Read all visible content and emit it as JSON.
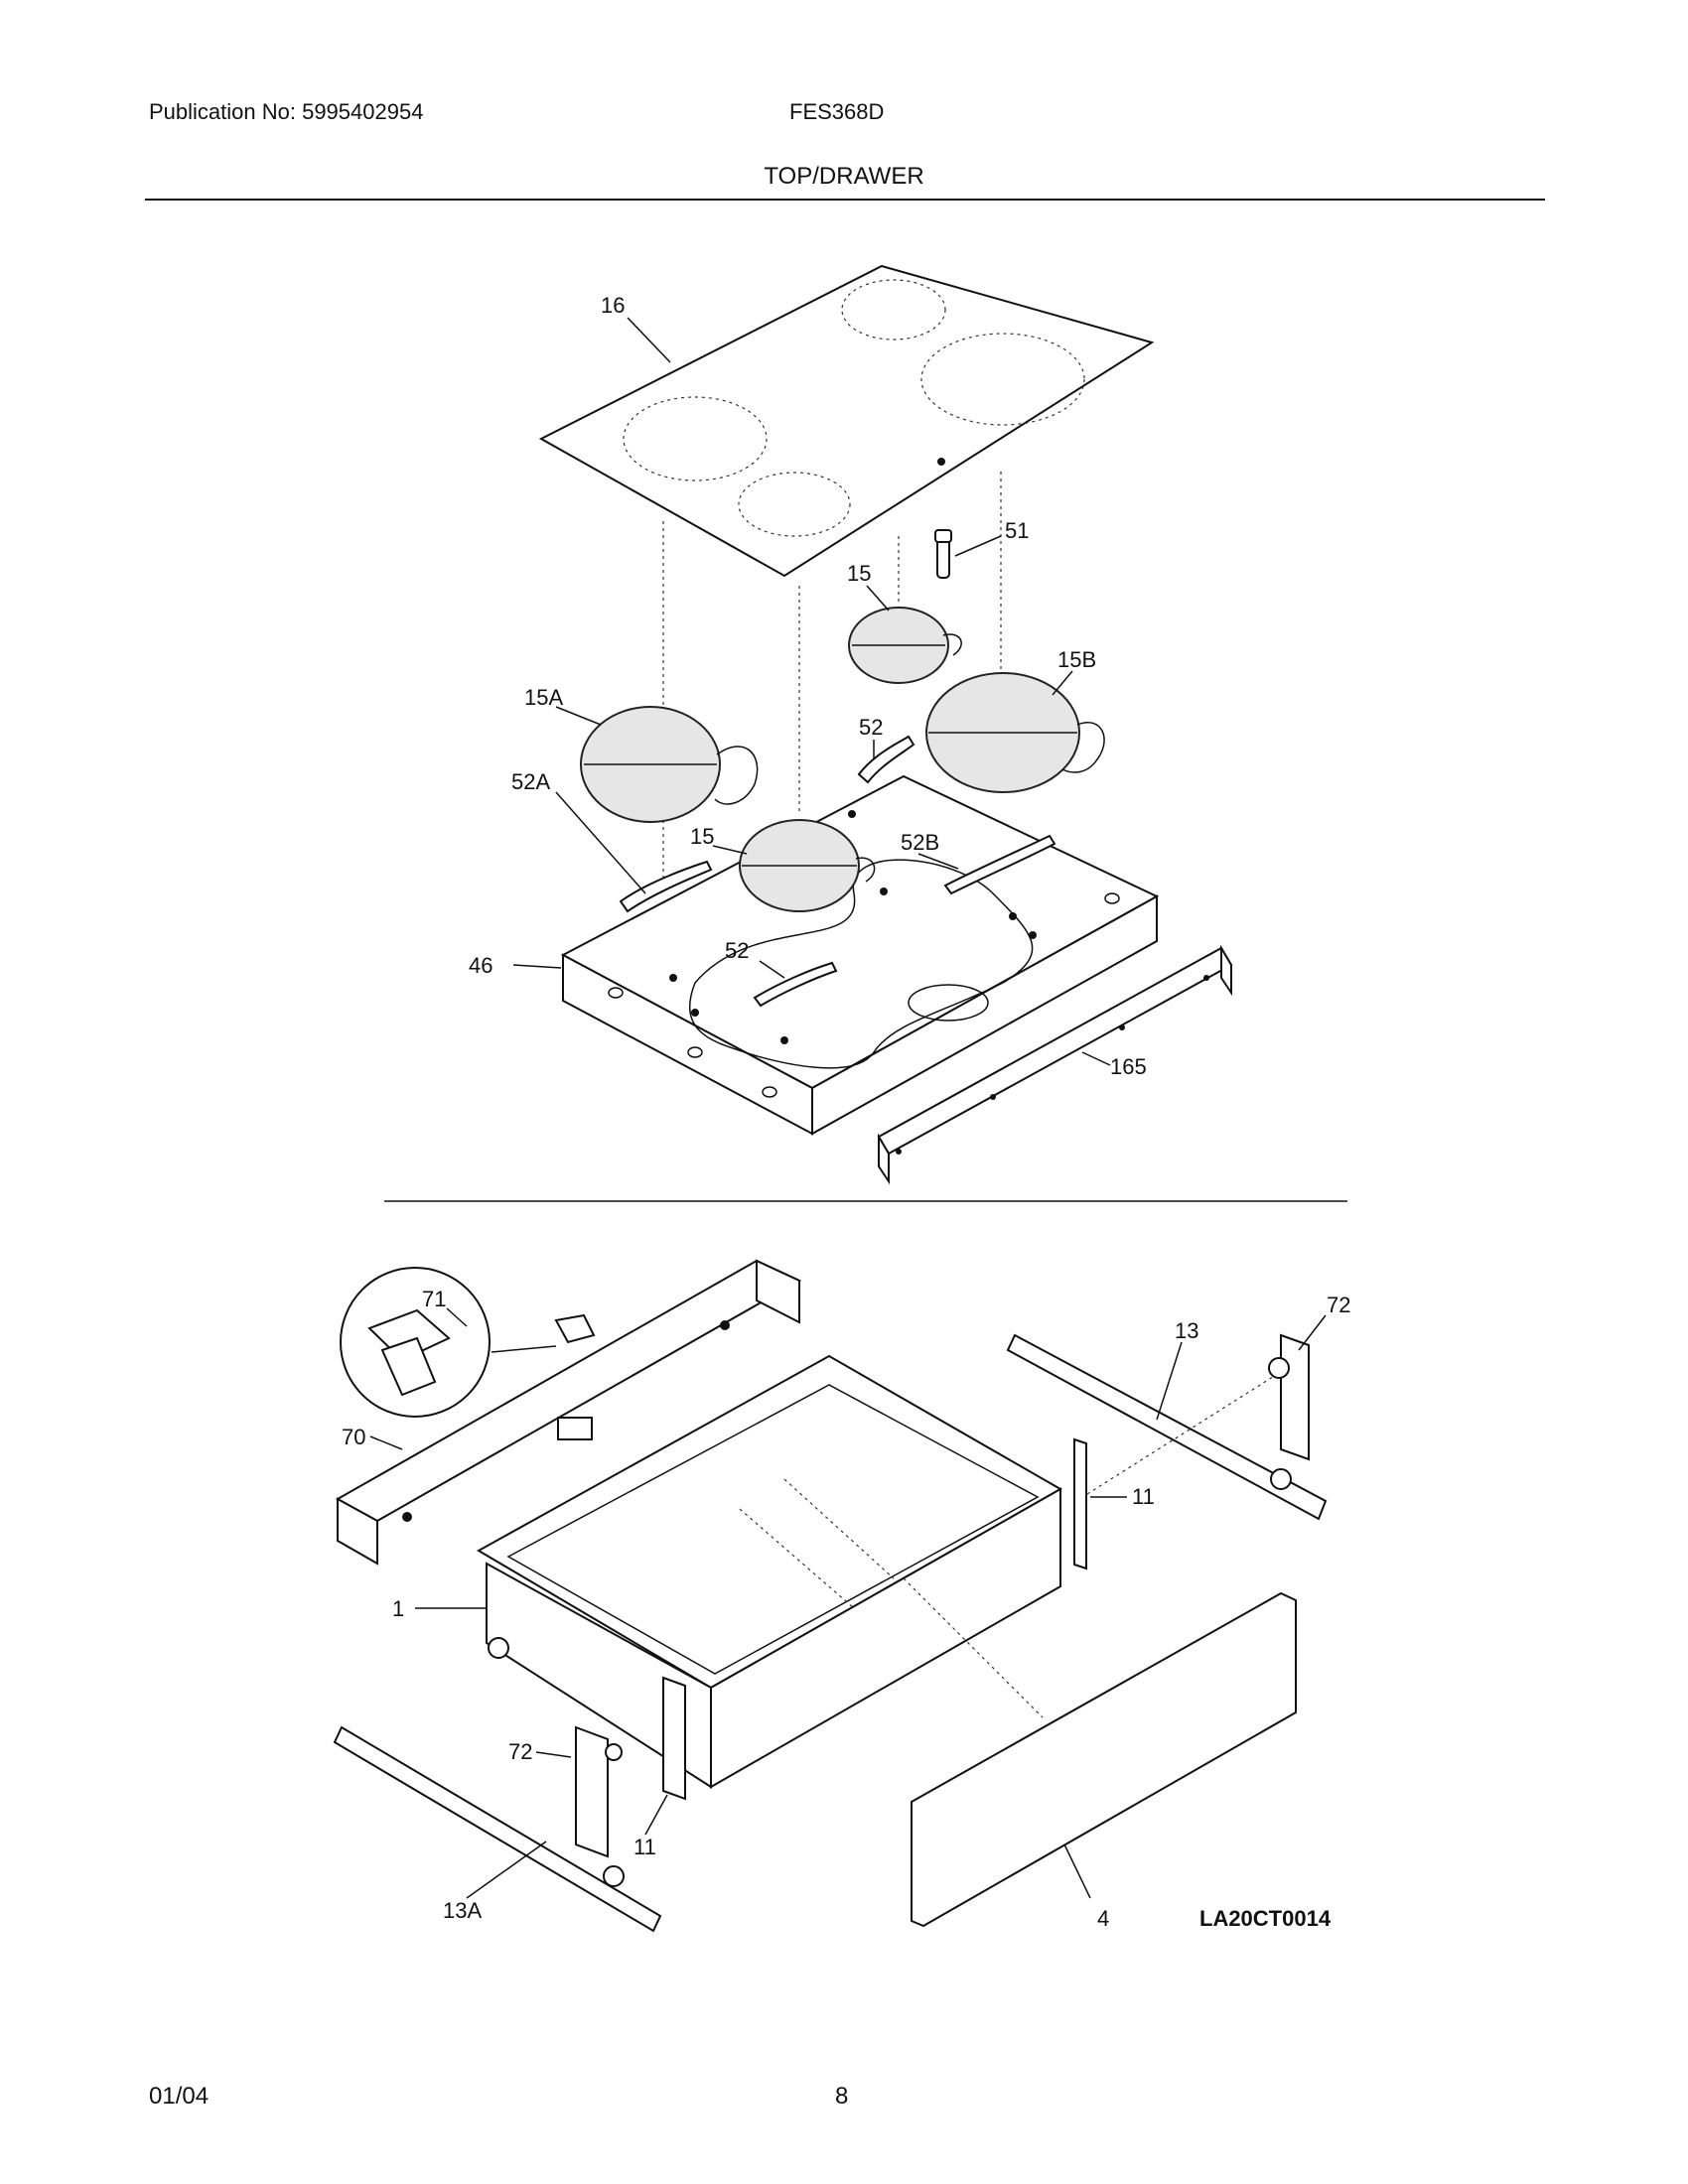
{
  "header": {
    "publication": "Publication No: 5995402954",
    "model": "FES368D",
    "section_title": "TOP/DRAWER"
  },
  "diagram": {
    "callouts": {
      "c16": "16",
      "c51": "51",
      "c15_rear": "15",
      "c15B": "15B",
      "c15A": "15A",
      "c52_rear": "52",
      "c52A": "52A",
      "c15_front": "15",
      "c52B": "52B",
      "c46": "46",
      "c52_front": "52",
      "c165": "165",
      "c71": "71",
      "c72_right": "72",
      "c13": "13",
      "c70": "70",
      "c11_right": "11",
      "c1": "1",
      "c72_left": "72",
      "c11_left": "11",
      "c13A": "13A",
      "c4": "4"
    },
    "drawing_code": "LA20CT0014"
  },
  "footer": {
    "date": "01/04",
    "page": "8"
  }
}
